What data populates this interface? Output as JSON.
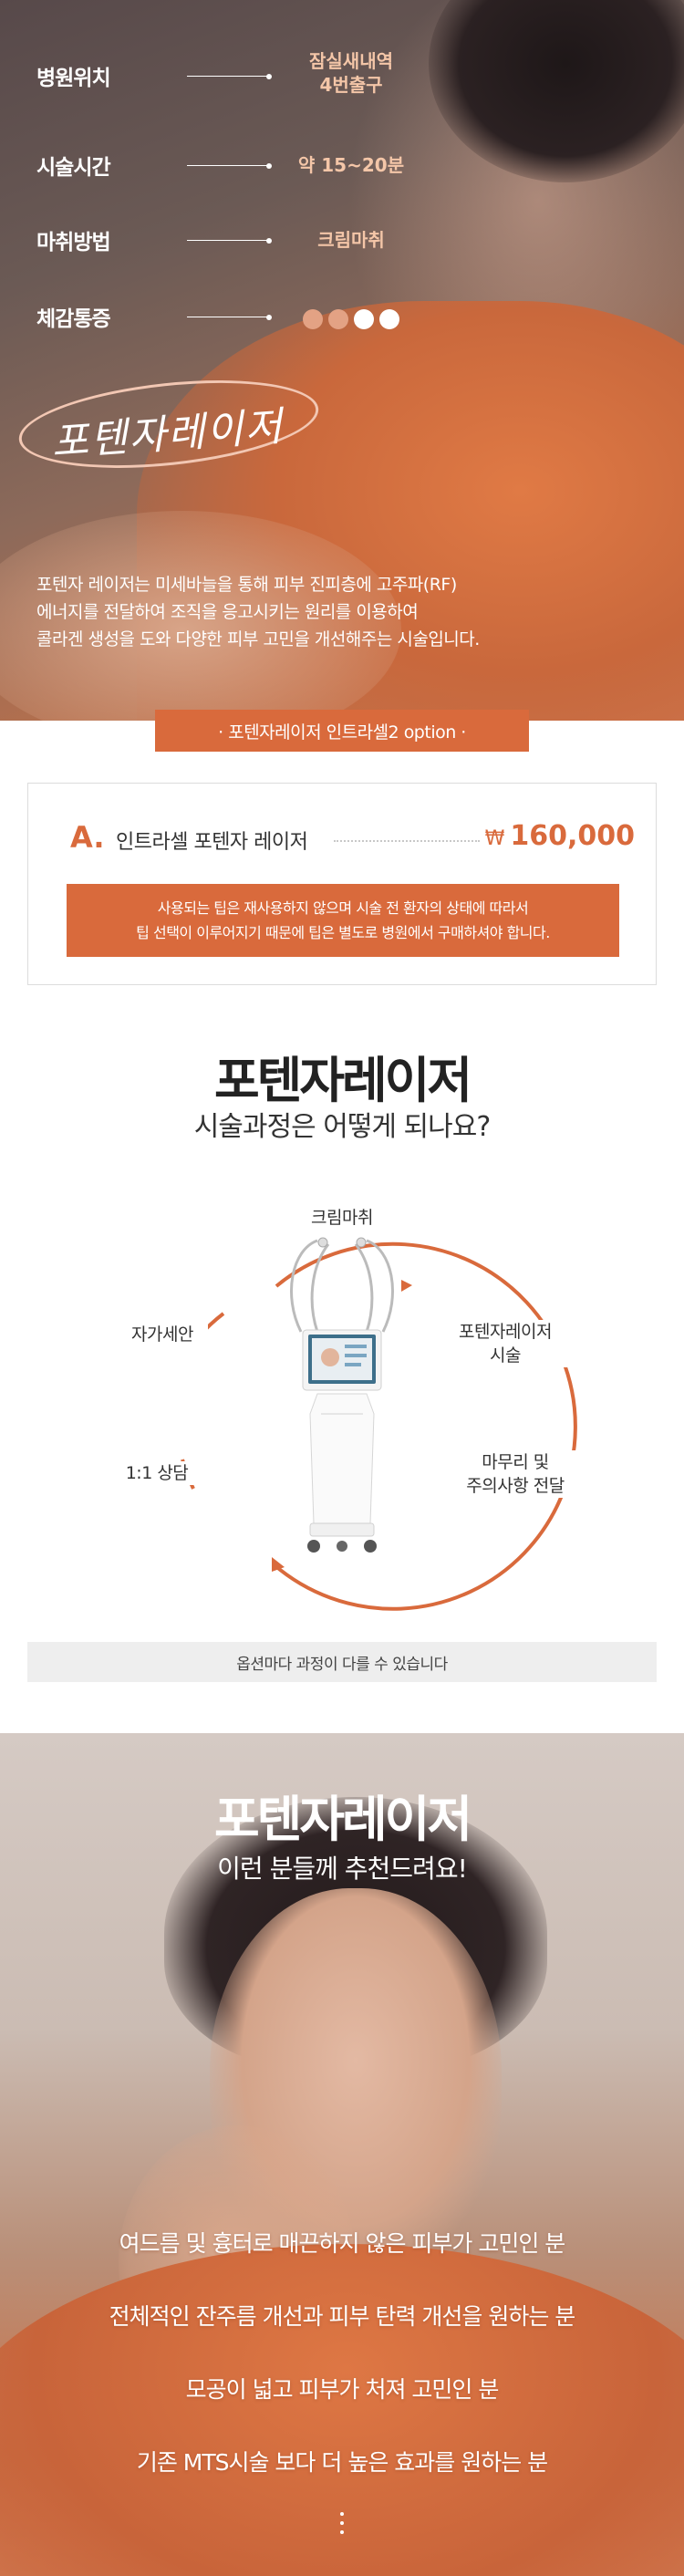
{
  "hero": {
    "info": [
      {
        "label": "병원위치",
        "value_lines": [
          "잠실새내역",
          "4번출구"
        ]
      },
      {
        "label": "시술시간",
        "value_lines": [
          "약 15~20분"
        ]
      },
      {
        "label": "마취방법",
        "value_lines": [
          "크림마취"
        ]
      },
      {
        "label": "체감통증",
        "pain_level": 2,
        "pain_max": 4
      }
    ],
    "colors": {
      "dot_filled": "#e3a284",
      "dot_empty": "#ffffff",
      "value": "#f4c6a8"
    },
    "script_title": "포텐자레이저",
    "description_lines": [
      "포텐자 레이저는 미세바늘을 통해 피부 진피층에 고주파(RF)",
      "에너지를 전달하여 조직을 응고시키는 원리를 이용하여",
      "콜라겐 생성을 도와 다양한 피부 고민을 개선해주는 시술입니다."
    ]
  },
  "option": {
    "pill": "· 포텐자레이저 인트라셀2 option ·",
    "letter": "A.",
    "name": "인트라셀 포텐자 레이저",
    "currency": "₩",
    "price": "160,000",
    "note_lines": [
      "사용되는 팁은 재사용하지 않으며 시술 전 환자의 상태에 따라서",
      "팁 선택이 이루어지기 때문에 팁은 별도로 병원에서 구매하셔야 합니다."
    ],
    "accent": "#d96a3c"
  },
  "process": {
    "title": "포텐자레이저",
    "subtitle": "시술과정은 어떻게 되나요?",
    "steps": {
      "top": "크림마취",
      "right_top": [
        "포텐자레이저",
        "시술"
      ],
      "right_bottom": [
        "마무리 및",
        "주의사항 전달"
      ],
      "left_bottom": "1:1 상담",
      "left_top": "자가세안"
    },
    "note": "옵션마다 과정이 다를 수 있습니다"
  },
  "recommend": {
    "title": "포텐자레이저",
    "subtitle": "이런 분들께 추천드려요!",
    "items": [
      "여드름 및 흉터로 매끈하지 않은 피부가 고민인 분",
      "전체적인 잔주름 개선과 피부 탄력 개선을 원하는 분",
      "모공이 넓고 피부가 처져 고민인 분",
      "기존 MTS시술 보다 더 높은 효과를 원하는 분"
    ]
  }
}
